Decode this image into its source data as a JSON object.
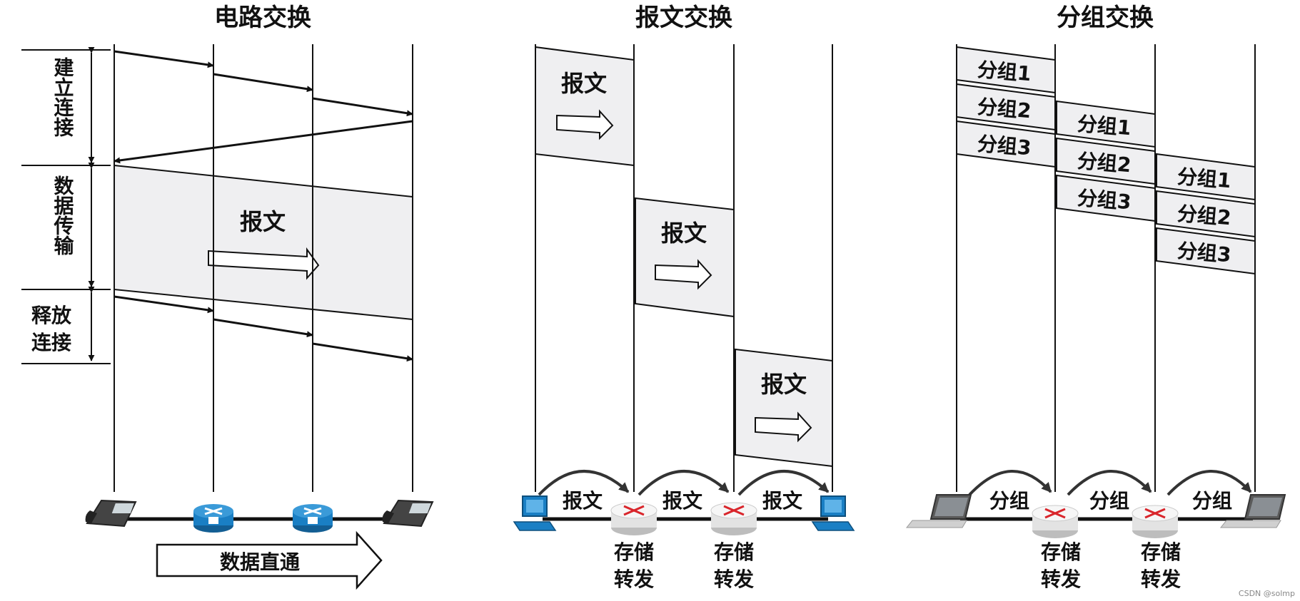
{
  "panels": {
    "circuit": {
      "title": "电路交换",
      "phases": [
        "建立连接",
        "数据传输",
        "释放连接"
      ],
      "message_label": "报文",
      "bottom_label": "数据直通"
    },
    "message": {
      "title": "报文交换",
      "message_label": "报文",
      "hop_labels": [
        "报文",
        "报文",
        "报文"
      ],
      "node_captions": [
        "存储转发",
        "存储转发"
      ]
    },
    "packet": {
      "title": "分组交换",
      "packets": [
        "分组1",
        "分组2",
        "分组3"
      ],
      "hop_labels": [
        "分组",
        "分组",
        "分组"
      ],
      "node_captions": [
        "存储转发",
        "存储转发"
      ]
    }
  },
  "watermark": "CSDN @solmp",
  "colors": {
    "line": "#111111",
    "box_fill": "#efeff1",
    "device_blue": "#1a7fc4",
    "router_red": "#d9252b"
  },
  "icons": [
    "phone-icon",
    "router-icon",
    "computer-icon",
    "laptop-icon",
    "storage-router-icon"
  ]
}
